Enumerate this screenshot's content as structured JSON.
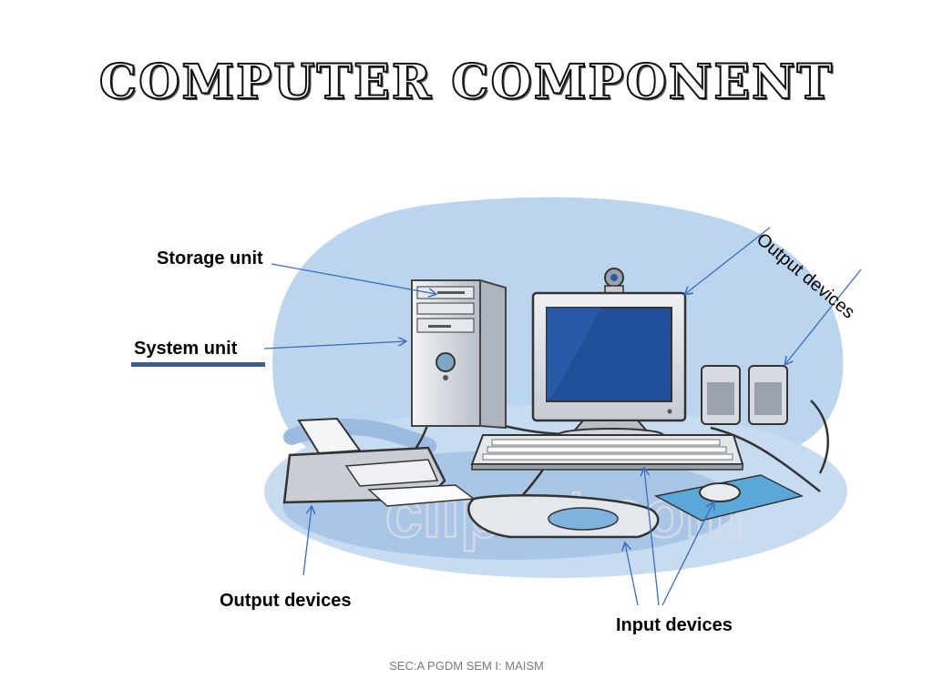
{
  "slide": {
    "title": "COMPUTER COMPONENT",
    "footer": "SEC:A  PGDM SEM I:  MAISM"
  },
  "labels": {
    "storage_unit": "Storage unit",
    "system_unit": "System unit",
    "output_devices_top": "Output devices",
    "output_devices_bottom": "Output devices",
    "input_devices": "Input devices"
  },
  "colors": {
    "arrow": "#3b6cc0",
    "backdrop": "#b9d3ee",
    "screen": "#1f4e9a",
    "mousepad": "#5aa7d8",
    "underline": "#3e5f8a"
  },
  "watermark": "clipart.com"
}
